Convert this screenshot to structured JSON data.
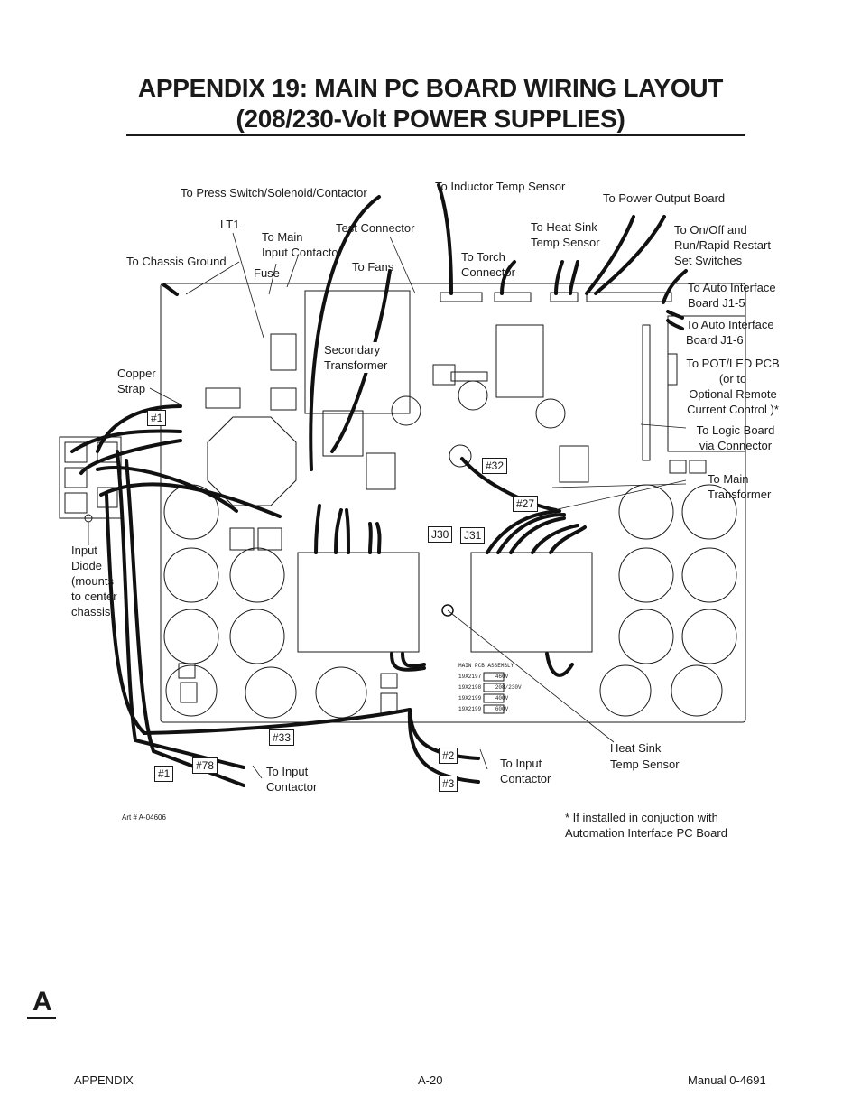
{
  "title": {
    "line1": "APPENDIX 19:  MAIN PC BOARD WIRING LAYOUT",
    "line2": "(208/230-Volt POWER SUPPLIES)"
  },
  "callouts": {
    "press_switch": "To Press Switch/Solenoid/Contactor",
    "inductor_temp": "To Inductor Temp Sensor",
    "power_output": "To Power Output Board",
    "lt1": "LT1",
    "main_input_contactor_1": "To Main",
    "main_input_contactor_2": "Input Contactor",
    "test_connector": "Test Connector",
    "heat_sink_temp_1": "To Heat Sink",
    "heat_sink_temp_2": "Temp Sensor",
    "on_off_1": "To On/Off and",
    "on_off_2": "Run/Rapid Restart",
    "on_off_3": "Set Switches",
    "chassis_ground": "To Chassis Ground",
    "fuse": "Fuse",
    "fans": "To Fans",
    "torch_1": "To Torch",
    "torch_2": "Connector",
    "auto_j15_1": "To Auto Interface",
    "auto_j15_2": "Board J1-5",
    "auto_j16_1": "To Auto Interface",
    "auto_j16_2": "Board J1-6",
    "pot_1": "To POT/LED PCB",
    "pot_2": "(or to",
    "pot_3": "Optional Remote",
    "pot_4": "Current Control )*",
    "logic_1": "To Logic Board",
    "logic_2": "via Connector",
    "secondary_1": "Secondary",
    "secondary_2": "Transformer",
    "copper_1": "Copper",
    "copper_2": "Strap",
    "main_transformer_1": "To Main",
    "main_transformer_2": "Transformer",
    "input_diode_1": "Input",
    "input_diode_2": "Diode",
    "input_diode_3": "(mounts",
    "input_diode_4": "to center",
    "input_diode_5": "chassis)",
    "heat_sink_1": "Heat Sink",
    "heat_sink_2": "Temp Sensor",
    "input_contactor_l1": "To Input",
    "input_contactor_l2": "Contactor",
    "input_contactor_r1": "To Input",
    "input_contactor_r2": "Contactor"
  },
  "wire_tags": {
    "w1_top": "#1",
    "w32": "#32",
    "w27": "#27",
    "j30": "J30",
    "j31": "J31",
    "w33": "#33",
    "w78": "#78",
    "w1_bottom": "#1",
    "w2": "#2",
    "w3": "#3"
  },
  "board_legend": {
    "heading": "MAIN PCB ASSEMBLY",
    "rows": [
      [
        "19X2197",
        "460V"
      ],
      [
        "19X2198",
        "208/230V"
      ],
      [
        "19X2199",
        "400V"
      ],
      [
        "19X2199",
        "600V"
      ]
    ]
  },
  "art_number": "Art # A-04606",
  "footnote": {
    "line1": "* If installed in conjuction with",
    "line2": "Automation Interface PC Board"
  },
  "section_letter": "A",
  "footer": {
    "left": "APPENDIX",
    "center": "A-20",
    "right": "Manual 0-4691"
  }
}
